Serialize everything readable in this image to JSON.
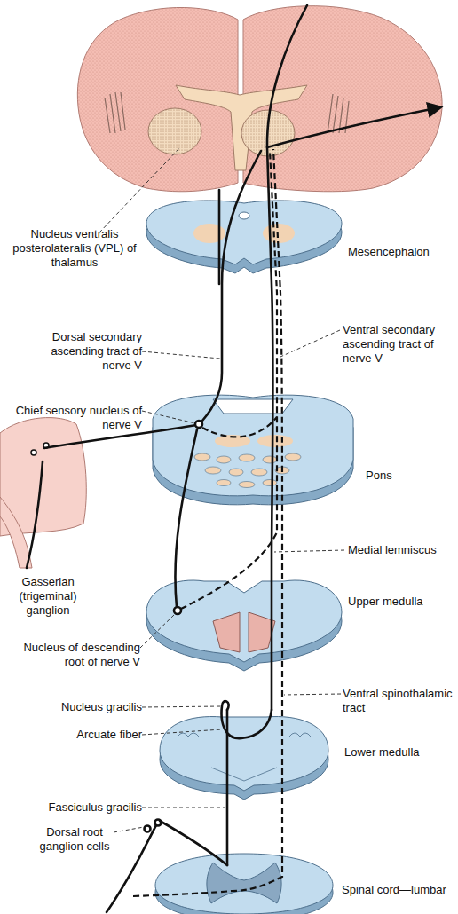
{
  "diagram": {
    "labels": [
      "Nucleus ventralis posterolateralis (VPL) of thalamus",
      "Mesencephalon",
      "Dorsal secondary ascending tract of nerve V",
      "Ventral secondary ascending tract of nerve V",
      "Chief sensory nucleus of nerve V",
      "Pons",
      "Gasserian (trigeminal) ganglion",
      "Medial lemniscus",
      "Upper medulla",
      "Nucleus of descending root of nerve V",
      "Nucleus gracilis",
      "Ventral spinothalamic tract",
      "Arcuate fiber",
      "Lower medulla",
      "Fasciculus gracilis",
      "Dorsal root ganglion cells",
      "Spinal cord—lumbar"
    ]
  }
}
